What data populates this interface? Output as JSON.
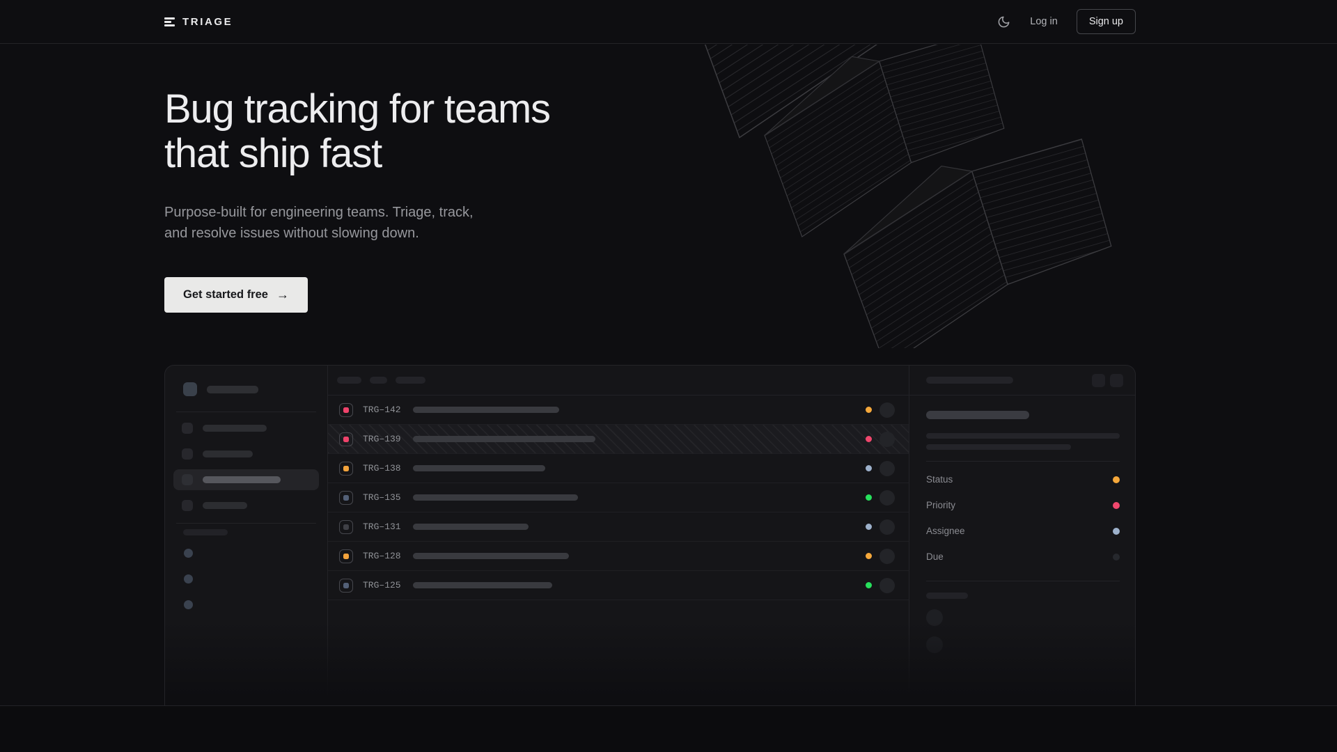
{
  "brand": {
    "name": "TRIAGE"
  },
  "nav": {
    "login_label": "Log in",
    "signup_label": "Sign up"
  },
  "hero": {
    "title_line1": "Bug tracking for teams",
    "title_line2": "that ship fast",
    "subtitle": "Purpose-built for engineering teams. Triage, track, and resolve issues without slowing down.",
    "cta_label": "Get started free",
    "cta_arrow": "→"
  },
  "mockup": {
    "issues": [
      {
        "id": "TRG–142",
        "icon_color": "#ef436b",
        "title_width": 210,
        "status_color": "#f5a83b",
        "hatched": false
      },
      {
        "id": "TRG–139",
        "icon_color": "#ef436b",
        "title_width": 262,
        "status_color": "#f0476d",
        "hatched": true
      },
      {
        "id": "TRG–138",
        "icon_color": "#f2a33c",
        "title_width": 190,
        "status_color": "#9db1cb",
        "hatched": false
      },
      {
        "id": "TRG–135",
        "icon_color": "#536077",
        "title_width": 237,
        "status_color": "#27e05c",
        "hatched": false
      },
      {
        "id": "TRG–131",
        "icon_color": "#3f4046",
        "title_width": 166,
        "status_color": "#9db1cb",
        "hatched": false
      },
      {
        "id": "TRG–128",
        "icon_color": "#f2a33c",
        "title_width": 224,
        "status_color": "#f5a83b",
        "hatched": false
      },
      {
        "id": "TRG–125",
        "icon_color": "#536077",
        "title_width": 200,
        "status_color": "#27e05c",
        "hatched": false
      }
    ],
    "detail": {
      "fields": [
        {
          "label": "Status",
          "dot_color": "#f5a83b"
        },
        {
          "label": "Priority",
          "dot_color": "#f0476d"
        },
        {
          "label": "Assignee",
          "dot_color": "#9db1cb"
        },
        {
          "label": "Due",
          "dot_color": "#26282d"
        }
      ]
    }
  },
  "colors": {
    "page_bg": "#0e0e11",
    "mockup_bg": "#151518",
    "border": "#232327",
    "cta_bg": "#e9e9e8",
    "amber": "#f5a83b",
    "pink": "#f0476d",
    "green": "#27e05c",
    "blue": "#9db1cb"
  }
}
